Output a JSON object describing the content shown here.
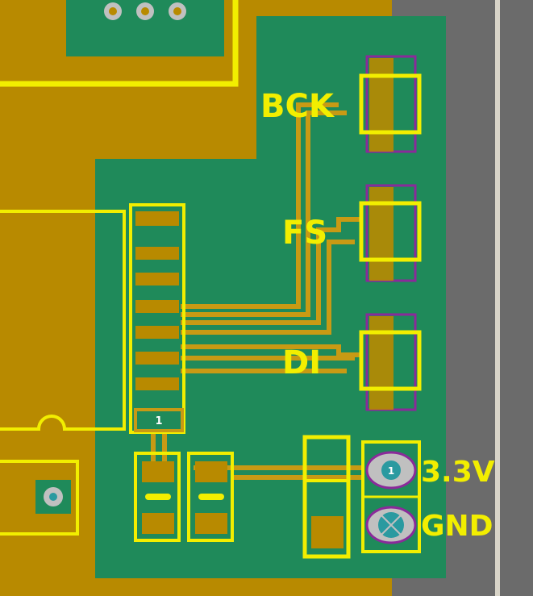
{
  "labels": {
    "bck": "BCK",
    "fs": "FS",
    "di": "DI",
    "v33": "3.3V",
    "gnd": "GND",
    "ic_pin1": "1",
    "pad_pin1": "1"
  },
  "colors": {
    "copper": "#b88a00",
    "board": "#1f8a5a",
    "trace": "#c89a14",
    "silkscreen": "#f2ee00",
    "edge": "#6b6b6b",
    "purple_outline": "#8a2a9a",
    "via_teal": "#2a9aa0",
    "pad_gray": "#c0c0c0"
  },
  "icons": {
    "via": "ring-via",
    "pad_pin1": "oval-pad-pin1",
    "pad_gnd": "oval-pad-cross"
  }
}
